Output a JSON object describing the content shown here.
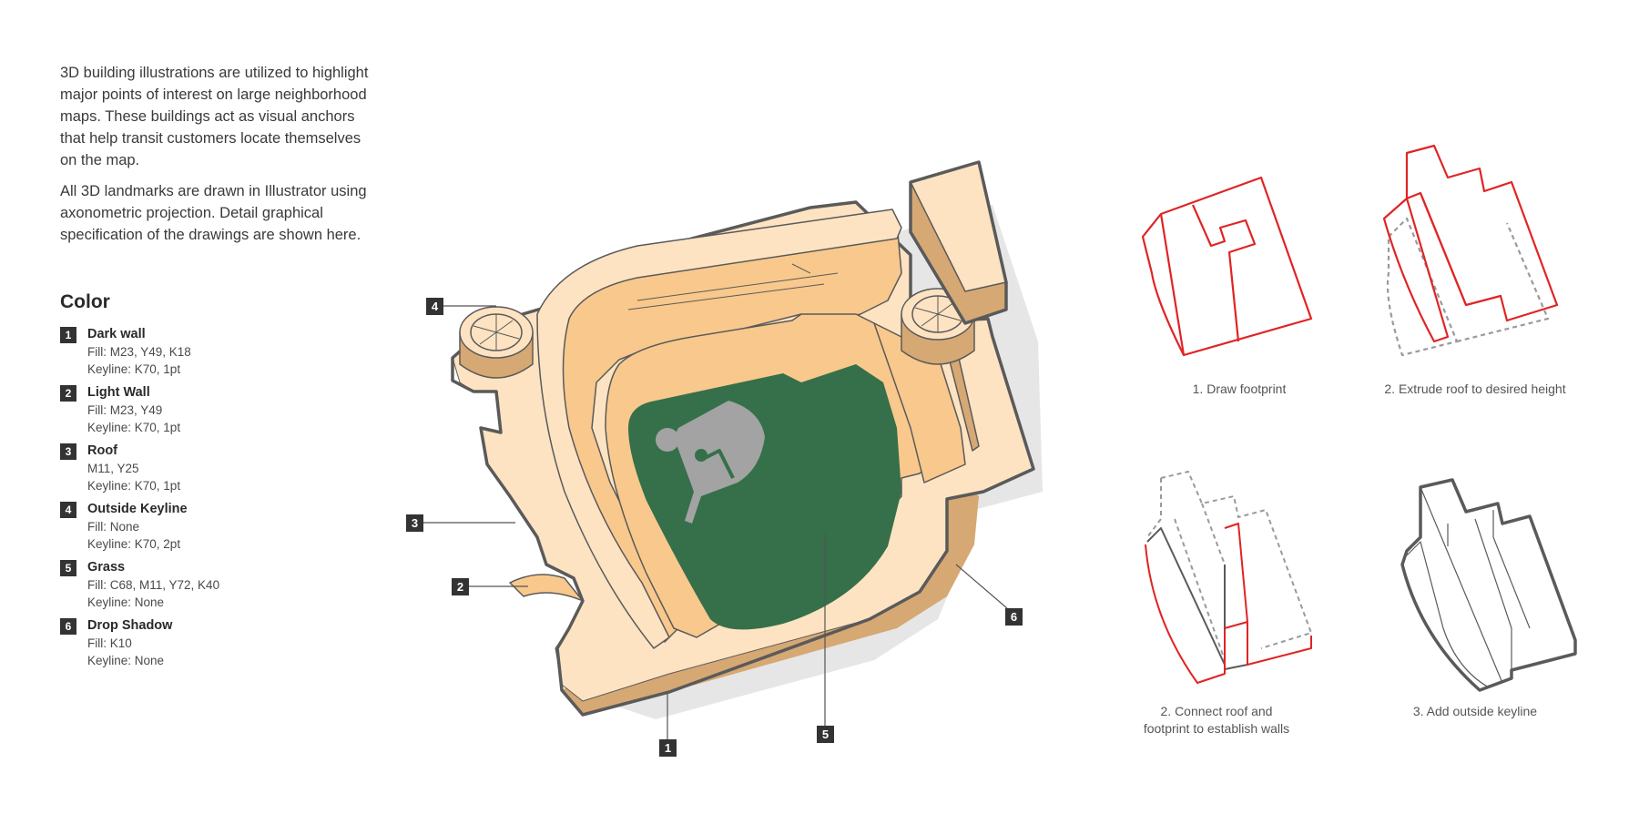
{
  "intro": {
    "paragraph_1": "3D building illustrations are utilized to highlight major points of interest on large neighborhood maps. These buildings act as visual anchors that help transit customers locate themselves on the map.",
    "paragraph_2": "All 3D landmarks are drawn in Illustrator using axonometric projection. Detail graphical specification of the drawings are shown here."
  },
  "legend": {
    "title": "Color",
    "items": [
      {
        "num": "1",
        "name": "Dark wall",
        "line1": "Fill: M23, Y49, K18",
        "line2": "Keyline: K70, 1pt"
      },
      {
        "num": "2",
        "name": "Light Wall",
        "line1": "Fill: M23, Y49",
        "line2": "Keyline: K70, 1pt"
      },
      {
        "num": "3",
        "name": "Roof",
        "line1": "M11, Y25",
        "line2": "Keyline: K70, 1pt"
      },
      {
        "num": "4",
        "name": "Outside Keyline",
        "line1": "Fill: None",
        "line2": "Keyline: K70, 2pt"
      },
      {
        "num": "5",
        "name": "Grass",
        "line1": "Fill: C68, M11, Y72, K40",
        "line2": "Keyline: None"
      },
      {
        "num": "6",
        "name": "Drop Shadow",
        "line1": "Fill: K10",
        "line2": "Keyline: None"
      }
    ]
  },
  "callouts": [
    "1",
    "2",
    "3",
    "4",
    "5",
    "6"
  ],
  "steps": [
    {
      "caption": "1. Draw footprint"
    },
    {
      "caption": "2. Extrude roof to desired height"
    },
    {
      "caption_line1": "2. Connect roof and",
      "caption_line2": "footprint to establish walls"
    },
    {
      "caption": "3. Add outside keyline"
    }
  ],
  "colors": {
    "dark_wall": "#d6a874",
    "light_wall": "#f9c88c",
    "roof": "#fde3c2",
    "keyline": "#5a5a5a",
    "grass": "#35704a",
    "shadow": "#e6e6e6",
    "construction_red": "#e02424",
    "diamond_icon": "#a3a3a3"
  }
}
